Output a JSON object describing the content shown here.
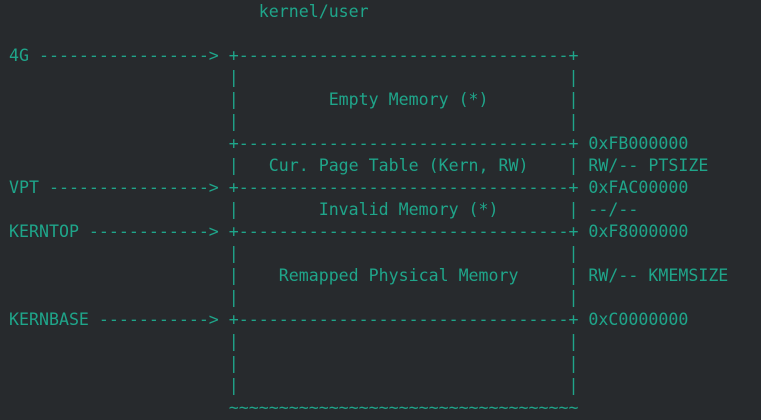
{
  "diagram": {
    "lines": [
      "                         kernel/user",
      "",
      "4G -----------------> +---------------------------------+",
      "                      |                                 |",
      "                      |         Empty Memory (*)        |",
      "                      |                                 |",
      "                      +---------------------------------+ 0xFB000000",
      "                      |   Cur. Page Table (Kern, RW)    | RW/-- PTSIZE",
      "VPT ----------------> +---------------------------------+ 0xFAC00000",
      "                      |        Invalid Memory (*)       | --/--",
      "KERNTOP ------------> +---------------------------------+ 0xF8000000",
      "                      |                                 |",
      "                      |    Remapped Physical Memory     | RW/-- KMEMSIZE",
      "                      |                                 |",
      "KERNBASE -----------> +---------------------------------+ 0xC0000000",
      "                      |                                 |",
      "                      |                                 |",
      "                      |                                 |",
      "                      ~~~~~~~~~~~~~~~~~~~~~~~~~~~~~~~~~~~"
    ]
  }
}
